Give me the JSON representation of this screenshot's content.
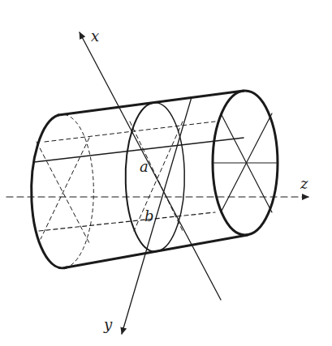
{
  "diagram": {
    "labels": [
      "x",
      "a",
      "b",
      "z",
      "y"
    ]
  }
}
